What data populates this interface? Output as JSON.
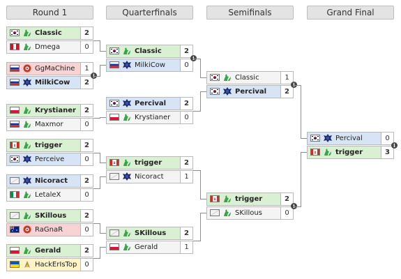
{
  "rounds": [
    "Round 1",
    "Quarterfinals",
    "Semifinals",
    "Grand Final"
  ],
  "colors": {
    "win": "#d9f0d3",
    "loss": "#f8d3d3",
    "neutral": "#f4f4f4",
    "blue": "#d6e4f5",
    "yellow": "#fff3c8",
    "zerg_icon": "#3aa34a",
    "protoss_icon": "#b08a3a",
    "terran_icon": "#1d2c6f",
    "random_icon": "#c23a2a"
  },
  "bracket": {
    "round1": [
      {
        "p1": {
          "name": "Classic",
          "flag": "kr",
          "race": "zerg",
          "score": "2",
          "win": true,
          "bg": "win"
        },
        "p2": {
          "name": "Dmega",
          "flag": "pe",
          "race": "zerg",
          "score": "0",
          "win": false,
          "bg": "neutral"
        }
      },
      {
        "p1": {
          "name": "GgMaChine",
          "flag": "ru",
          "race": "random",
          "score": "1",
          "win": false,
          "bg": "loss"
        },
        "p2": {
          "name": "MilkiCow",
          "flag": "ru",
          "race": "terran",
          "score": "2",
          "win": true,
          "bg": "blue"
        }
      },
      {
        "p1": {
          "name": "Krystianer",
          "flag": "pl",
          "race": "zerg",
          "score": "2",
          "win": true,
          "bg": "win"
        },
        "p2": {
          "name": "Maxmor",
          "flag": "ru",
          "race": "zerg",
          "score": "0",
          "win": false,
          "bg": "neutral"
        }
      },
      {
        "p1": {
          "name": "trigger",
          "flag": "ca",
          "race": "zerg",
          "score": "2",
          "win": true,
          "bg": "win"
        },
        "p2": {
          "name": "Perceive",
          "flag": "kr",
          "race": "terran",
          "score": "0",
          "win": false,
          "bg": "blue"
        }
      },
      {
        "p1": {
          "name": "Nicoract",
          "flag": "blank",
          "race": "terran",
          "score": "2",
          "win": true,
          "bg": "blue"
        },
        "p2": {
          "name": "LetaleX",
          "flag": "it",
          "race": "zerg",
          "score": "0",
          "win": false,
          "bg": "neutral"
        }
      },
      {
        "p1": {
          "name": "SKillous",
          "flag": "blank",
          "race": "zerg",
          "score": "2",
          "win": true,
          "bg": "win"
        },
        "p2": {
          "name": "RaGnaR",
          "flag": "au",
          "race": "random",
          "score": "0",
          "win": false,
          "bg": "loss"
        }
      },
      {
        "p1": {
          "name": "Gerald",
          "flag": "pl",
          "race": "zerg",
          "score": "2",
          "win": true,
          "bg": "win"
        },
        "p2": {
          "name": "HackErIsTop",
          "flag": "ua",
          "race": "protoss",
          "score": "0",
          "win": false,
          "bg": "yellow"
        }
      }
    ],
    "quarterfinals": [
      {
        "p1": {
          "name": "Classic",
          "flag": "kr",
          "race": "zerg",
          "score": "2",
          "win": true,
          "bg": "win"
        },
        "p2": {
          "name": "MilkiCow",
          "flag": "ru",
          "race": "terran",
          "score": "0",
          "win": false,
          "bg": "blue"
        }
      },
      {
        "p1": {
          "name": "Percival",
          "flag": "kr",
          "race": "terran",
          "score": "2",
          "win": true,
          "bg": "blue"
        },
        "p2": {
          "name": "Krystianer",
          "flag": "pl",
          "race": "zerg",
          "score": "0",
          "win": false,
          "bg": "neutral"
        }
      },
      {
        "p1": {
          "name": "trigger",
          "flag": "ca",
          "race": "zerg",
          "score": "2",
          "win": true,
          "bg": "win"
        },
        "p2": {
          "name": "Nicoract",
          "flag": "blank",
          "race": "terran",
          "score": "1",
          "win": false,
          "bg": "neutral"
        }
      },
      {
        "p1": {
          "name": "SKillous",
          "flag": "blank",
          "race": "zerg",
          "score": "2",
          "win": true,
          "bg": "win"
        },
        "p2": {
          "name": "Gerald",
          "flag": "pl",
          "race": "zerg",
          "score": "1",
          "win": false,
          "bg": "neutral"
        }
      }
    ],
    "semifinals": [
      {
        "p1": {
          "name": "Classic",
          "flag": "kr",
          "race": "zerg",
          "score": "1",
          "win": false,
          "bg": "neutral"
        },
        "p2": {
          "name": "Percival",
          "flag": "kr",
          "race": "terran",
          "score": "2",
          "win": true,
          "bg": "blue"
        }
      },
      {
        "p1": {
          "name": "trigger",
          "flag": "ca",
          "race": "zerg",
          "score": "2",
          "win": true,
          "bg": "win"
        },
        "p2": {
          "name": "SKillous",
          "flag": "blank",
          "race": "zerg",
          "score": "0",
          "win": false,
          "bg": "neutral"
        }
      }
    ],
    "final": [
      {
        "p1": {
          "name": "Percival",
          "flag": "kr",
          "race": "terran",
          "score": "0",
          "win": false,
          "bg": "blue"
        },
        "p2": {
          "name": "trigger",
          "flag": "ca",
          "race": "zerg",
          "score": "3",
          "win": true,
          "bg": "win"
        }
      }
    ]
  }
}
